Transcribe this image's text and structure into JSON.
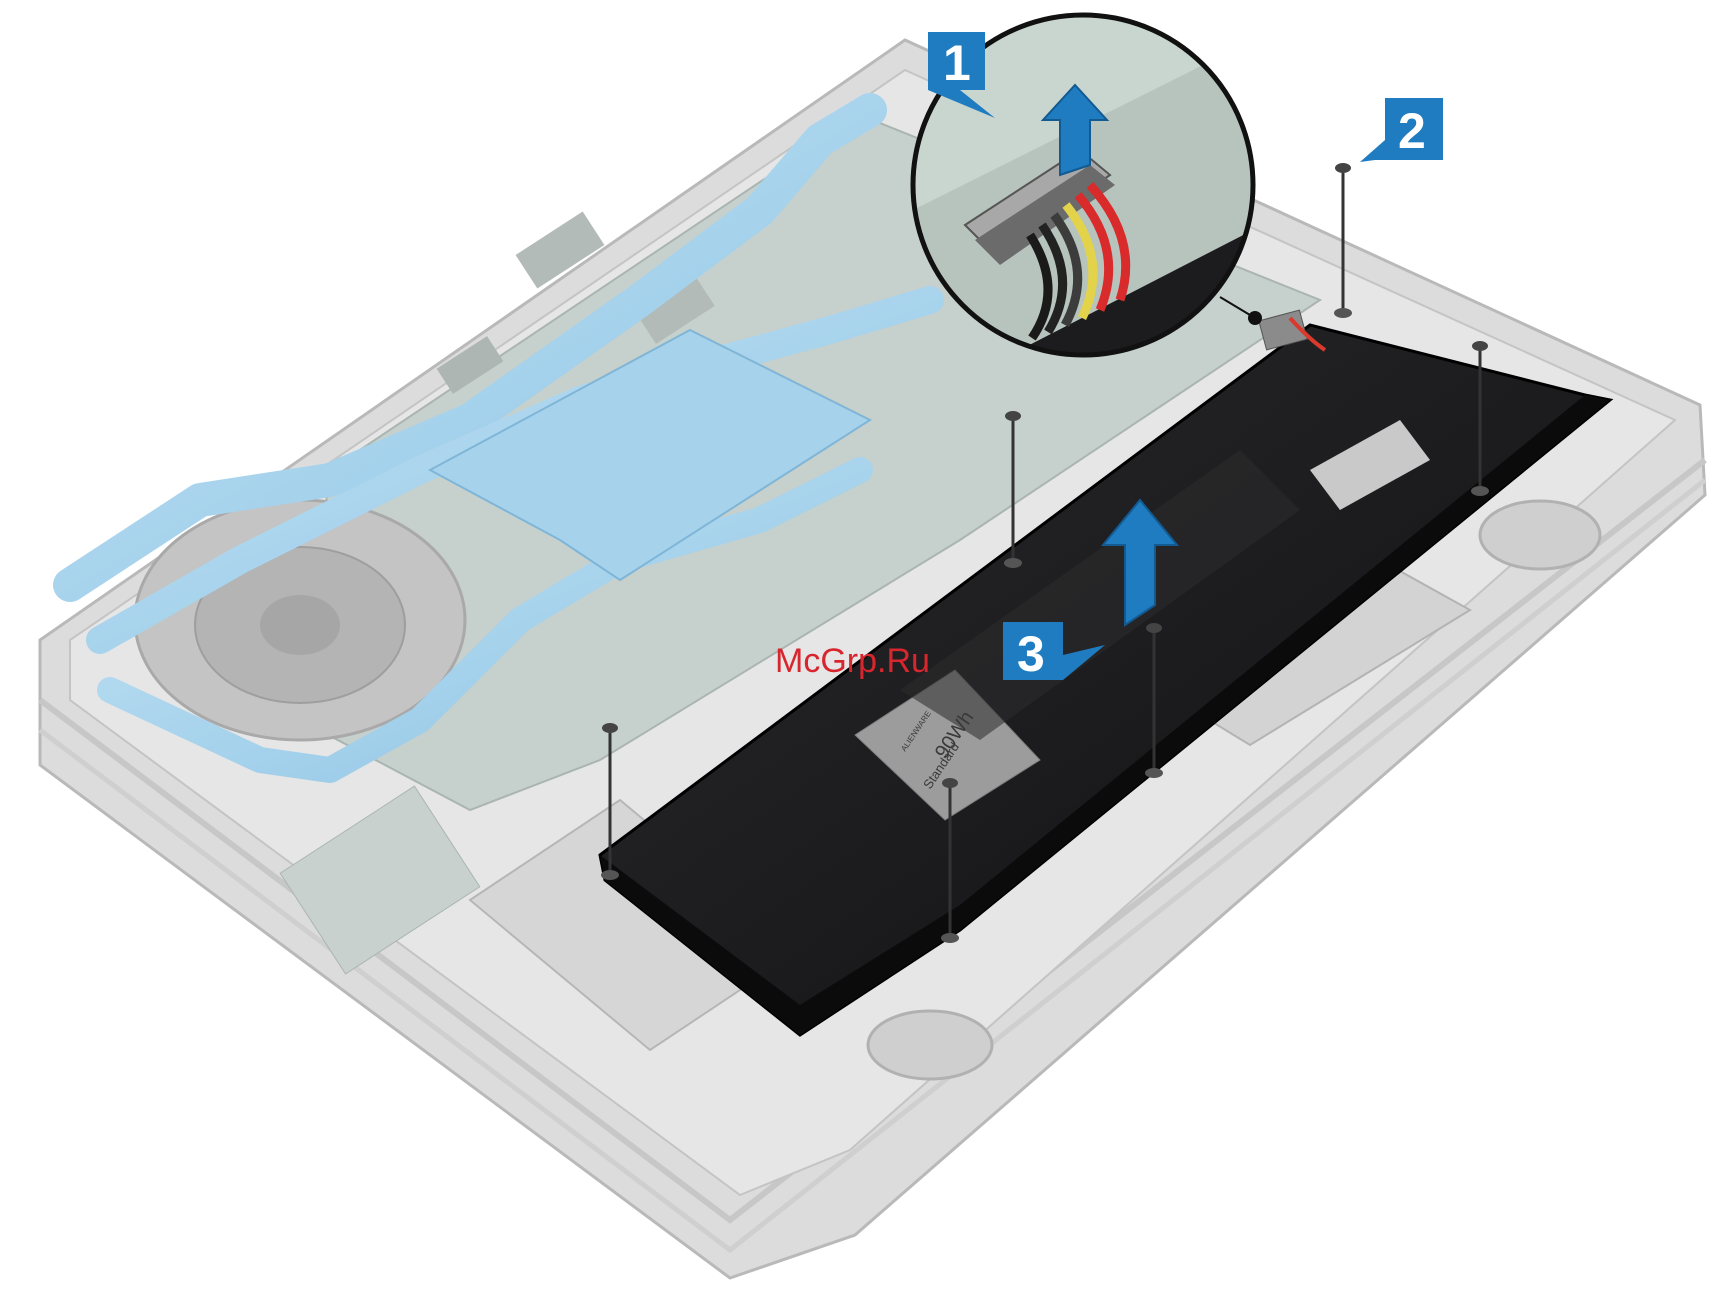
{
  "callouts": [
    {
      "number": "1"
    },
    {
      "number": "2"
    },
    {
      "number": "3"
    }
  ],
  "battery": {
    "capacity": "90Wh",
    "grade": "Standard",
    "brand": "ALIENWARE"
  },
  "watermark": "McGrp.Ru",
  "colors": {
    "callout_blue": "#1f7cc1",
    "heatpipe_blue": "#a8d4ee",
    "battery_black": "#1c1c1e",
    "chassis_gray": "#d9d9d9",
    "board_gray": "#bfc7c4",
    "arrow_blue": "#1f7cc1",
    "watermark_red": "#d7262e"
  }
}
